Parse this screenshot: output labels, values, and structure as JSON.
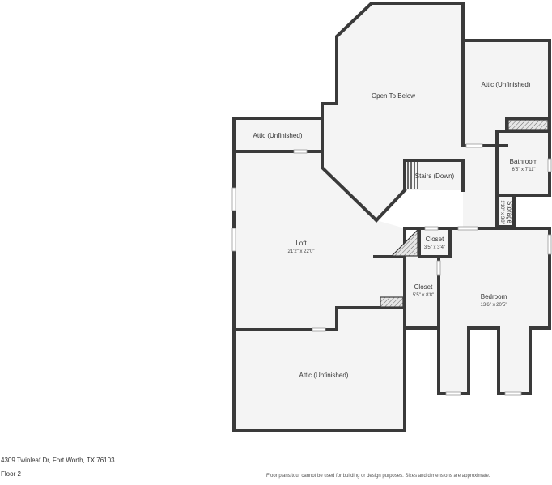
{
  "rooms": {
    "open_to_below": {
      "name": "Open To Below"
    },
    "attic_top_right": {
      "name": "Attic (Unfinished)"
    },
    "attic_left": {
      "name": "Attic (Unfinished)"
    },
    "attic_bottom": {
      "name": "Attic (Unfinished)"
    },
    "bathroom": {
      "name": "Bathroom",
      "dims": "6'5\" x 7'11\""
    },
    "stairs": {
      "name": "Stairs (Down)"
    },
    "storage": {
      "name": "Storage",
      "dims": "1'10\" x 3'8\""
    },
    "loft": {
      "name": "Loft",
      "dims": "21'2\" x 22'0\""
    },
    "closet_small": {
      "name": "Closet",
      "dims": "3'5\" x 3'4\""
    },
    "closet_walk": {
      "name": "Closet",
      "dims": "5'5\" x 8'8\""
    },
    "bedroom": {
      "name": "Bedroom",
      "dims": "13'6\" x 20'5\""
    }
  },
  "footer": {
    "address": "4309 Twinleaf Dr, Fort Worth, TX 76103",
    "floor": "Floor 2",
    "disclaimer": "Floor plans/tour cannot be used for building or design purposes. Sizes and dimensions are approximate."
  },
  "colors": {
    "wall": "#3a3a3a",
    "room_fill": "#f4f4f4",
    "background": "#ffffff"
  }
}
